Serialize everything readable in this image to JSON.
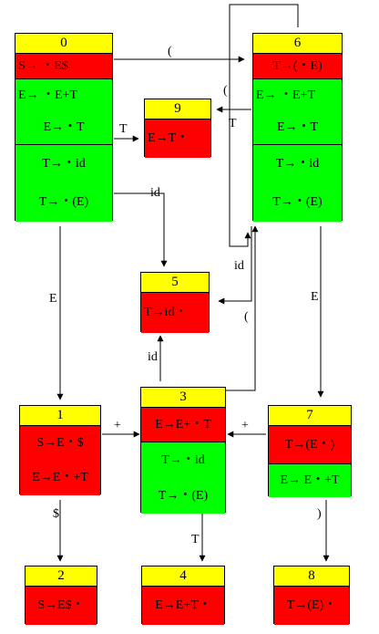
{
  "states": [
    {
      "id": "0",
      "sections": [
        {
          "color": "red",
          "items": [
            "S→ ・E$"
          ]
        },
        {
          "color": "green",
          "items": [
            "E→ ・E+T",
            "E→・T"
          ]
        },
        {
          "color": "green",
          "items": [
            "T→・id",
            "T→・(E)"
          ]
        }
      ]
    },
    {
      "id": "1",
      "sections": [
        {
          "color": "red",
          "items": [
            "S→E・$",
            "E→E・+T"
          ]
        }
      ]
    },
    {
      "id": "2",
      "sections": [
        {
          "color": "red",
          "items": [
            "S→E$・"
          ]
        }
      ]
    },
    {
      "id": "3",
      "sections": [
        {
          "color": "red",
          "items": [
            "E→E+・T"
          ]
        },
        {
          "color": "green",
          "items": [
            "T→・id",
            "T→・(E)"
          ]
        }
      ]
    },
    {
      "id": "4",
      "sections": [
        {
          "color": "red",
          "items": [
            "E→E+T・"
          ]
        }
      ]
    },
    {
      "id": "5",
      "sections": [
        {
          "color": "red",
          "items": [
            "T→id・"
          ]
        }
      ]
    },
    {
      "id": "6",
      "sections": [
        {
          "color": "red",
          "items": [
            "T→(・E)"
          ]
        },
        {
          "color": "green",
          "items": [
            "E→ ・E+T",
            "E→・T"
          ]
        },
        {
          "color": "green",
          "items": [
            "T→・id",
            "T→・(E)"
          ]
        }
      ]
    },
    {
      "id": "7",
      "sections": [
        {
          "color": "red",
          "items": [
            "T→(E・)"
          ]
        },
        {
          "color": "green",
          "items": [
            "E→ E・+T"
          ]
        }
      ]
    },
    {
      "id": "8",
      "sections": [
        {
          "color": "red",
          "items": [
            "T→(E)・"
          ]
        }
      ]
    },
    {
      "id": "9",
      "sections": [
        {
          "color": "red",
          "items": [
            "E→T・"
          ]
        }
      ]
    }
  ],
  "edge_labels": {
    "e0_6": "(",
    "e0_9": "T",
    "e0_5": "id",
    "e0_1": "E",
    "e6_6": "(",
    "e6_9": "T",
    "e6_5": "id",
    "e6_7": "E",
    "e3_5": "id",
    "e3_6": "(",
    "e1_3": "+",
    "e7_3": "+",
    "e1_2": "$",
    "e3_4": "T",
    "e7_8": ")"
  },
  "colors": {
    "header": "#ffff00",
    "kernel": "#ff0000",
    "closure": "#00ff00",
    "line": "#000000"
  }
}
